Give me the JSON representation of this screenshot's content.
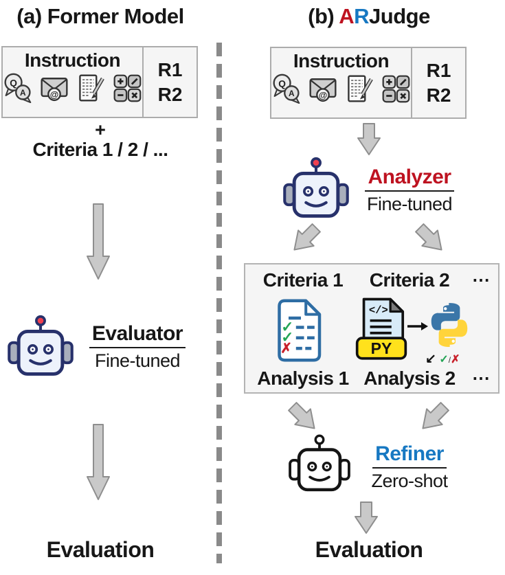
{
  "panel_a": {
    "title": "(a) Former Model",
    "instruction_box": {
      "label": "Instruction",
      "response_1": "R1",
      "response_2": "R2"
    },
    "plus_sign": "+",
    "criteria_text": "Criteria 1 / 2 / ...",
    "model": {
      "name": "Evaluator",
      "training": "Fine-tuned"
    },
    "output": "Evaluation"
  },
  "panel_b": {
    "title_prefix": "(b)",
    "title_letter_a": "A",
    "title_letter_r": "R",
    "title_rest": "Judge",
    "instruction_box": {
      "label": "Instruction",
      "response_1": "R1",
      "response_2": "R2"
    },
    "analyzer": {
      "name": "Analyzer",
      "training": "Fine-tuned"
    },
    "criteria_box": {
      "criteria_1": "Criteria 1",
      "criteria_2": "Criteria 2",
      "more_criteria": "⋯",
      "analysis_1": "Analysis 1",
      "analysis_2": "Analysis 2",
      "more_analysis": "⋯",
      "code_tag": "</>",
      "py_badge": "PY",
      "verdict_arrow": "↙",
      "verdict_check": "✓",
      "verdict_slash": "/",
      "verdict_cross": "✗"
    },
    "refiner": {
      "name": "Refiner",
      "training": "Zero-shot"
    },
    "output": "Evaluation"
  },
  "icons": {
    "qa_icon_q": "Q",
    "qa_icon_a": "A",
    "email_icon_at": "@",
    "names": [
      "qa-icon",
      "email-icon",
      "writing-icon",
      "math-icon",
      "robot-icon",
      "checklist-doc-icon",
      "py-file-icon",
      "python-logo-icon",
      "down-arrow-icon",
      "diagonal-arrow-icon",
      "right-arrow-icon"
    ]
  },
  "colors": {
    "accent_red": "#be1220",
    "accent_blue": "#1778c2",
    "arrow_fill": "#c9c9c9",
    "arrow_stroke": "#8e8e8e",
    "box_bg": "#f5f5f5",
    "box_border": "#acacac",
    "robot_navy": "#27316b",
    "antenna_red": "#f0404f",
    "doc_blue": "#2e6da4",
    "python_blue": "#3b76a8",
    "python_yellow": "#ffd43b",
    "py_badge_yellow": "#ffe11c",
    "check_green": "#23a455",
    "cross_red": "#c8202a"
  }
}
